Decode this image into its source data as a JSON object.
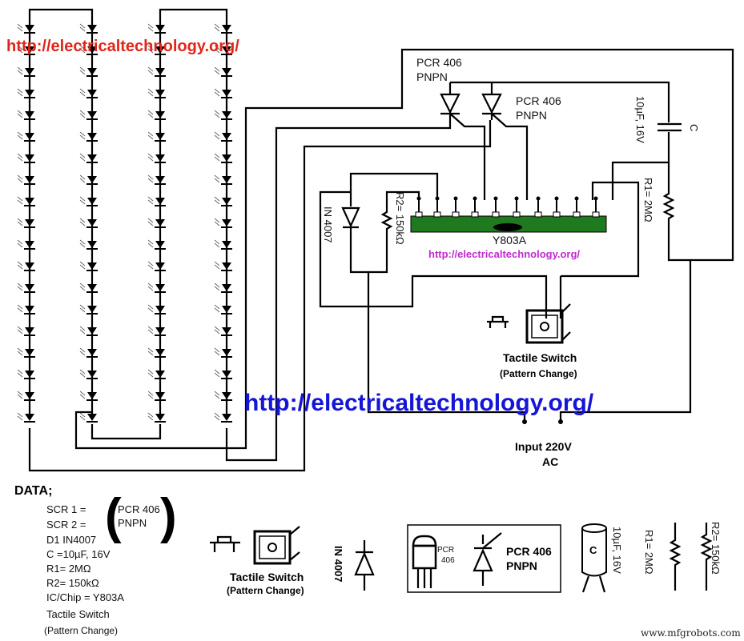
{
  "watermarks": {
    "top_left": "http://electricaltechnology.org/",
    "center": "http://electricaltechnology.org/",
    "chip": "http://electricaltechnology.org/",
    "footer": "www.mfgrobots.com"
  },
  "colors": {
    "red_url": "#e0261b",
    "blue_url": "#1515d8",
    "magenta_url": "#c02ad0",
    "chip_green": "#1f7a1f"
  },
  "led_columns": 4,
  "leds_per_column": 19,
  "schematic": {
    "scr1_label": [
      "PCR 406",
      "PNPN"
    ],
    "scr2_label": [
      "PCR 406",
      "PNPN"
    ],
    "capacitor_label": "10µF, 16V",
    "capacitor_name": "C",
    "r1_label": "R1= 2MΩ",
    "r2_label": "R2= 150kΩ",
    "diode_label": "IN 4007",
    "chip_label": "Y803A",
    "switch_label": "Tactile Switch",
    "switch_sub": "(Pattern Change)",
    "input_label": "Input 220V",
    "input_sub": "AC"
  },
  "data_block": {
    "heading": "DATA;",
    "scr1": "SCR 1 =",
    "scr2": "SCR 2 =",
    "scr_value": [
      "PCR 406",
      "PNPN"
    ],
    "d1": "D1 IN4007",
    "c": "C =10µF, 16V",
    "r1": "R1= 2MΩ",
    "r2": "R2= 150kΩ",
    "ic": "IC/Chip =  Y803A",
    "switch": "Tactile Switch",
    "switch_sub": "(Pattern Change)"
  },
  "legend": {
    "switch_label": "Tactile Switch",
    "switch_sub": "(Pattern Change)",
    "diode_label": "IN 4007",
    "scr_package": [
      "PCR",
      "406"
    ],
    "scr_label": [
      "PCR 406",
      "PNPN"
    ],
    "cap_name": "C",
    "cap_label": "10µF, 16V",
    "r1_label": "R1= 2MΩ",
    "r2_label": "R2= 150kΩ"
  }
}
